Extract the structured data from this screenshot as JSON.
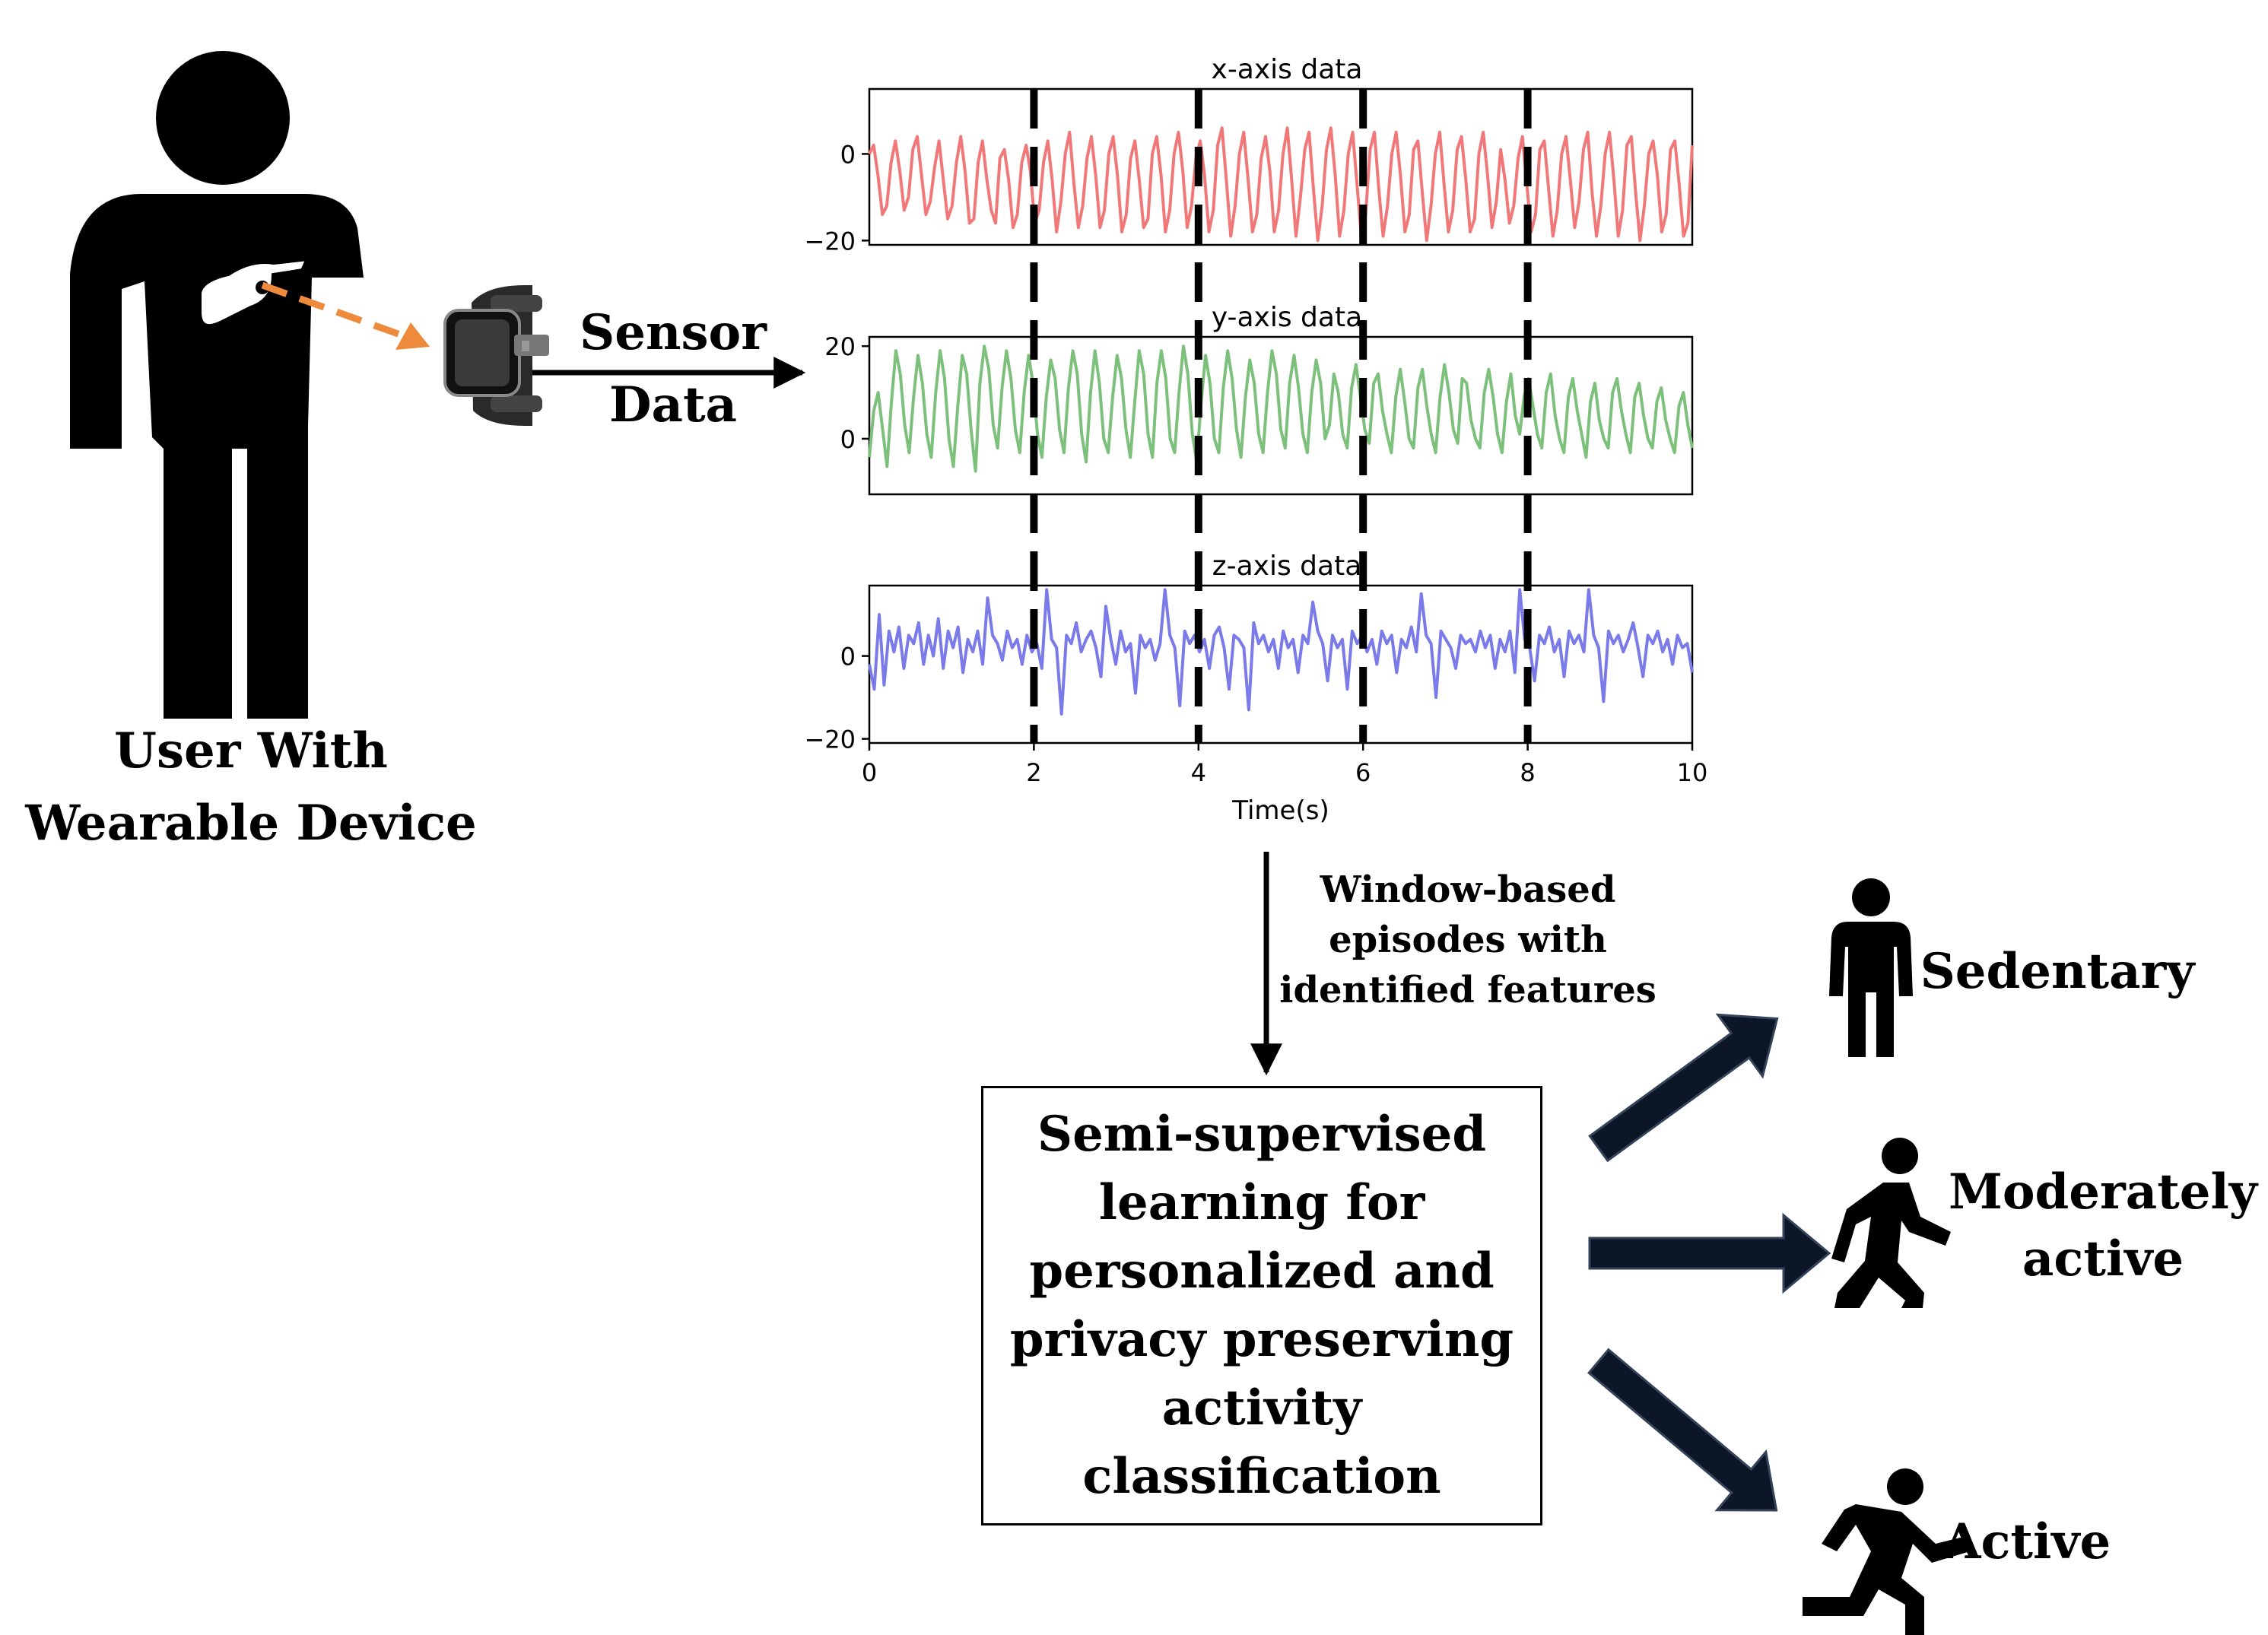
{
  "user": {
    "caption_line1": "User With",
    "caption_line2": "Wearable Device"
  },
  "sensor_label": {
    "line1": "Sensor",
    "line2": "Data"
  },
  "pipeline": {
    "window_note": [
      "Window-based",
      "episodes with",
      "identified features"
    ],
    "model_box": [
      "Semi-supervised",
      "learning for",
      "personalized and",
      "privacy preserving",
      "activity",
      "classification"
    ]
  },
  "classes": {
    "sedentary": "Sedentary",
    "moderate_line1": "Moderately",
    "moderate_line2": "active",
    "active": "Active"
  },
  "colors": {
    "x_series": "#f07878",
    "y_series": "#7cc07c",
    "z_series": "#7a7ae8",
    "pointer_arrow": "#ee8a3c",
    "class_arrow": "#0d1626"
  },
  "chart_data": {
    "type": "line",
    "xlabel": "Time(s)",
    "xlim": [
      0,
      10
    ],
    "xticks": [
      "0",
      "2",
      "4",
      "6",
      "8",
      "10"
    ],
    "window_boundaries": [
      2,
      4,
      6,
      8
    ],
    "panels": [
      {
        "title": "x-axis data",
        "ylim": [
          -21,
          15
        ],
        "yticks": [
          "0",
          "−20"
        ],
        "ytick_values": [
          0,
          -20
        ],
        "series": {
          "values": [
            0,
            2,
            -5,
            -14,
            -12,
            -2,
            3,
            -4,
            -13,
            -10,
            1,
            4,
            -5,
            -14,
            -11,
            -3,
            3,
            -6,
            -15,
            -12,
            -2,
            4,
            -4,
            -16,
            -15,
            -2,
            3,
            -6,
            -13,
            -16,
            -1,
            1,
            -6,
            -17,
            -14,
            -2,
            2,
            -4,
            -16,
            -13,
            -2,
            3,
            -6,
            -18,
            -11,
            0,
            5,
            -7,
            -17,
            -12,
            -1,
            4,
            -5,
            -17,
            -13,
            0,
            4,
            -5,
            -18,
            -14,
            -1,
            3,
            -6,
            -17,
            -15,
            0,
            4,
            -5,
            -18,
            -13,
            0,
            5,
            -4,
            -17,
            -12,
            -1,
            3,
            -5,
            -18,
            -13,
            2,
            6,
            -6,
            -19,
            -12,
            0,
            5,
            -6,
            -18,
            -14,
            -1,
            4,
            -4,
            -18,
            -13,
            0,
            6,
            -6,
            -19,
            -10,
            1,
            5,
            -8,
            -20,
            -12,
            1,
            6,
            -5,
            -19,
            -13,
            0,
            5,
            -7,
            -19,
            -14,
            1,
            5,
            -8,
            -19,
            -12,
            0,
            5,
            -5,
            -18,
            -14,
            1,
            3,
            -9,
            -20,
            -12,
            0,
            5,
            -7,
            -18,
            -13,
            1,
            4,
            -6,
            -18,
            -15,
            0,
            5,
            -5,
            -17,
            -11,
            1,
            -6,
            -16,
            -12,
            -1,
            4,
            -7,
            -18,
            -14,
            1,
            3,
            -8,
            -19,
            -13,
            0,
            4,
            -6,
            -17,
            -11,
            1,
            5,
            -9,
            -19,
            -12,
            0,
            5,
            -6,
            -19,
            -13,
            2,
            4,
            -9,
            -20,
            -12,
            0,
            3,
            -5,
            -18,
            -14,
            1,
            3,
            -7,
            -19,
            -16,
            2
          ]
        }
      },
      {
        "title": "y-axis data",
        "ylim": [
          -12,
          22
        ],
        "yticks": [
          "20",
          "0"
        ],
        "ytick_values": [
          20,
          0
        ],
        "series": {
          "values": [
            -4,
            6,
            10,
            2,
            -6,
            8,
            19,
            14,
            3,
            -3,
            9,
            18,
            12,
            1,
            -4,
            10,
            19,
            13,
            0,
            -6,
            7,
            18,
            14,
            2,
            -7,
            12,
            20,
            15,
            3,
            -2,
            11,
            19,
            13,
            2,
            -3,
            10,
            18,
            12,
            1,
            -4,
            9,
            17,
            13,
            2,
            -3,
            11,
            19,
            14,
            1,
            -5,
            10,
            19,
            12,
            0,
            -3,
            9,
            18,
            13,
            2,
            -4,
            8,
            19,
            14,
            1,
            -4,
            12,
            19,
            13,
            0,
            -3,
            10,
            20,
            14,
            1,
            -5,
            8,
            18,
            12,
            0,
            -3,
            11,
            19,
            13,
            2,
            -4,
            9,
            17,
            12,
            1,
            -3,
            10,
            19,
            14,
            2,
            -2,
            12,
            18,
            11,
            1,
            -3,
            10,
            17,
            12,
            0,
            3,
            14,
            10,
            1,
            -2,
            11,
            16,
            9,
            2,
            -1,
            12,
            14,
            6,
            1,
            -3,
            9,
            15,
            8,
            0,
            -2,
            11,
            15,
            7,
            1,
            -3,
            9,
            16,
            10,
            2,
            -1,
            13,
            12,
            4,
            0,
            -2,
            10,
            15,
            9,
            1,
            -3,
            8,
            14,
            5,
            1,
            9,
            13,
            7,
            1,
            -2,
            10,
            14,
            5,
            0,
            -3,
            9,
            13,
            6,
            1,
            -4,
            8,
            12,
            4,
            0,
            -2,
            10,
            13,
            6,
            1,
            -3,
            9,
            12,
            5,
            0,
            -2,
            8,
            11,
            4,
            0,
            -3,
            7,
            10,
            3,
            -2
          ]
        }
      },
      {
        "title": "z-axis data",
        "ylim": [
          -21,
          17
        ],
        "yticks": [
          "0",
          "−20"
        ],
        "ytick_values": [
          0,
          -20
        ],
        "series": {
          "values": [
            -2,
            -8,
            10,
            -7,
            6,
            1,
            7,
            -3,
            5,
            3,
            8,
            -2,
            5,
            0,
            9,
            -3,
            6,
            2,
            7,
            -4,
            4,
            1,
            6,
            -2,
            14,
            5,
            3,
            -1,
            6,
            2,
            4,
            -2,
            5,
            1,
            3,
            -3,
            16,
            4,
            2,
            -14,
            5,
            3,
            8,
            1,
            4,
            6,
            2,
            -5,
            12,
            4,
            -2,
            6,
            1,
            3,
            -9,
            5,
            2,
            4,
            -1,
            3,
            16,
            5,
            2,
            -12,
            6,
            3,
            5,
            1,
            4,
            -3,
            5,
            7,
            2,
            -8,
            5,
            4,
            2,
            -13,
            8,
            3,
            5,
            1,
            4,
            -3,
            6,
            2,
            4,
            -4,
            5,
            3,
            13,
            6,
            3,
            -6,
            5,
            2,
            4,
            -8,
            6,
            3,
            5,
            1,
            4,
            -2,
            6,
            3,
            5,
            -4,
            4,
            2,
            7,
            1,
            15,
            5,
            3,
            -10,
            6,
            4,
            2,
            -3,
            5,
            3,
            4,
            1,
            6,
            2,
            5,
            -3,
            4,
            1,
            6,
            -4,
            16,
            4,
            2,
            -6,
            5,
            3,
            7,
            1,
            4,
            -5,
            6,
            3,
            5,
            1,
            16,
            5,
            2,
            -11,
            6,
            3,
            5,
            1,
            4,
            8,
            2,
            -5,
            5,
            3,
            6,
            1,
            4,
            -2,
            5,
            2,
            3,
            -4
          ]
        }
      }
    ]
  }
}
